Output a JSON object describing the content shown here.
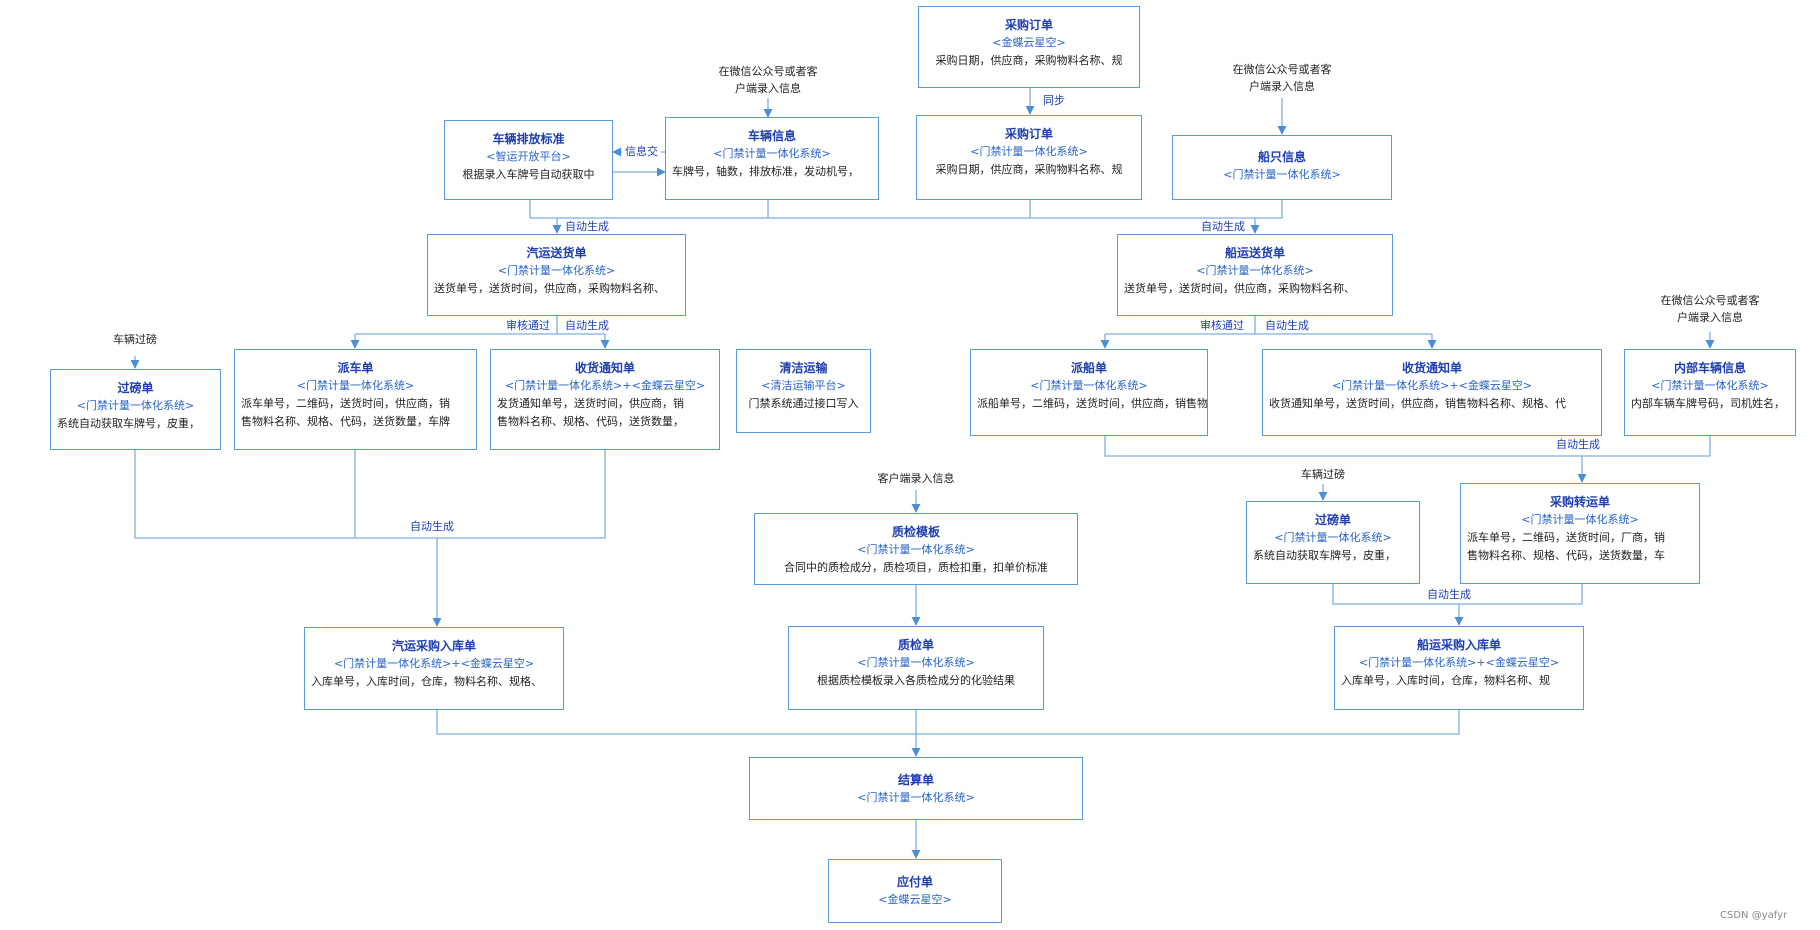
{
  "nodes": {
    "purchase_order_cloud": {
      "title": "采购订单",
      "system": "<金蝶云星空>",
      "details": [
        "采购日期，供应商，采购物料名称、规"
      ]
    },
    "purchase_order": {
      "title": "采购订单",
      "system": "<门禁计量一体化系统>",
      "details": [
        "采购日期，供应商，采购物料名称、规"
      ]
    },
    "vehicle_emission": {
      "title": "车辆排放标准",
      "system": "<智运开放平台>",
      "details": [
        "根据录入车牌号自动获取中"
      ]
    },
    "vehicle_info": {
      "title": "车辆信息",
      "system": "<门禁计量一体化系统>",
      "details": [
        "车牌号，轴数，排放标准，发动机号，"
      ]
    },
    "ship_info": {
      "title": "船只信息",
      "system": "<门禁计量一体化系统>",
      "details": []
    },
    "truck_delivery": {
      "title": "汽运送货单",
      "system": "<门禁计量一体化系统>",
      "details": [
        "送货单号，送货时间，供应商，采购物料名称、"
      ]
    },
    "ship_delivery": {
      "title": "船运送货单",
      "system": "<门禁计量一体化系统>",
      "details": [
        "送货单号，送货时间，供应商，采购物料名称、"
      ]
    },
    "weigh_left": {
      "title": "过磅单",
      "system": "<门禁计量一体化系统>",
      "details": [
        "系统自动获取车牌号，皮重，"
      ]
    },
    "dispatch": {
      "title": "派车单",
      "system": "<门禁计量一体化系统>",
      "details": [
        "派车单号，二维码，送货时间，供应商，销",
        "售物料名称、规格、代码，送货数量，车牌"
      ]
    },
    "receive_notice_left": {
      "title": "收货通知单",
      "system": "<门禁计量一体化系统>+<金蝶云星空>",
      "details": [
        "发货通知单号，送货时间，供应商，销",
        "售物料名称、规格、代码，送货数量，"
      ]
    },
    "clean_transport": {
      "title": "清洁运输",
      "system": "<清洁运输平台>",
      "details": [
        "门禁系统通过接口写入"
      ]
    },
    "ship_dispatch": {
      "title": "派船单",
      "system": "<门禁计量一体化系统>",
      "details": [
        "派船单号，二维码，送货时间，供应商，销售物"
      ]
    },
    "receive_notice_right": {
      "title": "收货通知单",
      "system": "<门禁计量一体化系统>+<金蝶云星空>",
      "details": [
        "收货通知单号，送货时间，供应商，销售物料名称、规格、代"
      ]
    },
    "internal_vehicle": {
      "title": "内部车辆信息",
      "system": "<门禁计量一体化系统>",
      "details": [
        "内部车辆车牌号码，司机姓名，"
      ]
    },
    "weigh_right": {
      "title": "过磅单",
      "system": "<门禁计量一体化系统>",
      "details": [
        "系统自动获取车牌号，皮重，"
      ]
    },
    "transfer": {
      "title": "采购转运单",
      "system": "<门禁计量一体化系统>",
      "details": [
        "派车单号，二维码，送货时间，厂商，销",
        "售物料名称、规格、代码，送货数量，车"
      ]
    },
    "qc_template": {
      "title": "质检模板",
      "system": "<门禁计量一体化系统>",
      "details": [
        "合同中的质检成分，质检项目，质检扣重，扣单价标准"
      ]
    },
    "truck_inbound": {
      "title": "汽运采购入库单",
      "system": "<门禁计量一体化系统>+<金蝶云星空>",
      "details": [
        "入库单号，入库时间，仓库，物料名称、规格、"
      ]
    },
    "qc": {
      "title": "质检单",
      "system": "<门禁计量一体化系统>",
      "details": [
        "根据质检模板录入各质检成分的化验结果"
      ]
    },
    "ship_inbound": {
      "title": "船运采购入库单",
      "system": "<门禁计量一体化系统>+<金蝶云星空>",
      "details": [
        "入库单号，入库时间，仓库，物料名称、规"
      ]
    },
    "settlement": {
      "title": "结算单",
      "system": "<门禁计量一体化系统>",
      "details": []
    },
    "payable": {
      "title": "应付单",
      "system": "<金蝶云星空>",
      "details": []
    }
  },
  "edge_labels": {
    "sync": "同步",
    "info_exchange": "信息交",
    "auto_gen_left": "自动生成",
    "auto_gen_right": "自动生成",
    "approved_left": "审核通过",
    "auto_gen_left2": "自动生成",
    "approved_right": "审核通过",
    "auto_gen_right2": "自动生成",
    "auto_gen_merge_left": "自动生成",
    "auto_gen_internal": "自动生成",
    "auto_gen_merge_right": "自动生成"
  },
  "notes": {
    "wechat_vehicle": [
      "在微信公众号或者客",
      "户端录入信息"
    ],
    "wechat_ship": [
      "在微信公众号或者客",
      "户端录入信息"
    ],
    "wechat_internal": [
      "在微信公众号或者客",
      "户端录入信息"
    ],
    "weigh_left": [
      "车辆过磅"
    ],
    "weigh_right": [
      "车辆过磅"
    ],
    "client_entry": [
      "客户端录入信息"
    ]
  },
  "watermark": "CSDN @yafyr",
  "colors": {
    "border": "#5b9ad8",
    "title": "#1f3fb0",
    "system": "#2a64c8",
    "line": "#7faedd"
  }
}
